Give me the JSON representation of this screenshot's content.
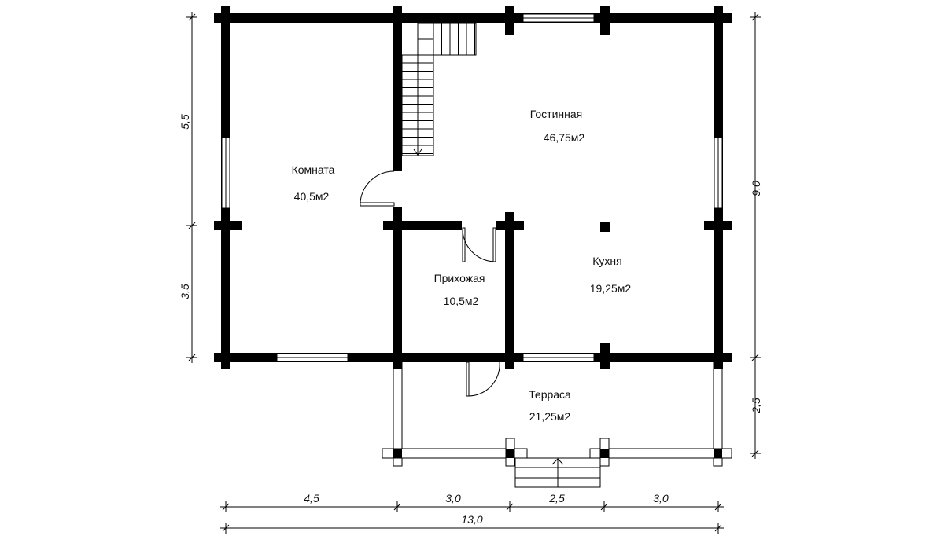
{
  "rooms": [
    {
      "name": "Комната",
      "area": "40,5м2"
    },
    {
      "name": "Гостинная",
      "area": "46,75м2"
    },
    {
      "name": "Прихожая",
      "area": "10,5м2"
    },
    {
      "name": "Кухня",
      "area": "19,25м2"
    },
    {
      "name": "Терраса",
      "area": "21,25м2"
    }
  ],
  "dimensions": {
    "bottom": [
      "4,5",
      "3,0",
      "2,5",
      "3,0"
    ],
    "total": "13,0",
    "left": [
      "5,5",
      "3,5"
    ],
    "right": [
      "9,0",
      "2,5"
    ]
  }
}
